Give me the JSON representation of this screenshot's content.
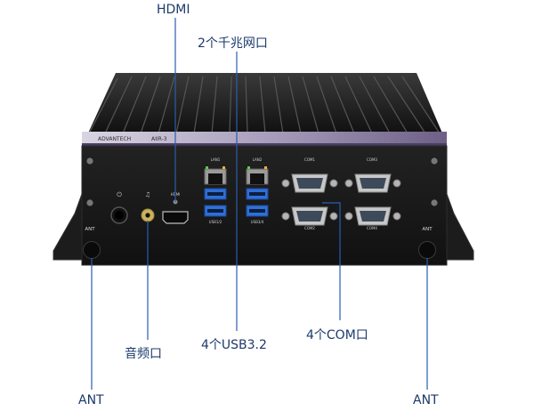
{
  "callouts": {
    "hdmi": "HDMI",
    "lan": "2个千兆网口",
    "audio": "音频口",
    "usb": "4个USB3.2",
    "com": "4个COM口",
    "ant_left": "ANT",
    "ant_right": "ANT"
  },
  "panel": {
    "brand_strip": "ADVANTECH",
    "model_strip": "AIIR-3",
    "hdmi_port": "HDMI",
    "lan1": "LAN1",
    "lan2": "LAN2",
    "usb12": "USB1/2",
    "usb34": "USB3/4",
    "com1": "COM1",
    "com2": "COM2",
    "com3": "COM3",
    "com4": "COM4",
    "ant_left": "ANT",
    "ant_right": "ANT",
    "power_symbol": "⏻",
    "audio_symbol": "♫"
  },
  "colors": {
    "callout_text": "#1b3a6b",
    "leader_line": "#2a5db0",
    "chassis": "#1a1a1a",
    "usb_blue": "#2f6fd6"
  }
}
